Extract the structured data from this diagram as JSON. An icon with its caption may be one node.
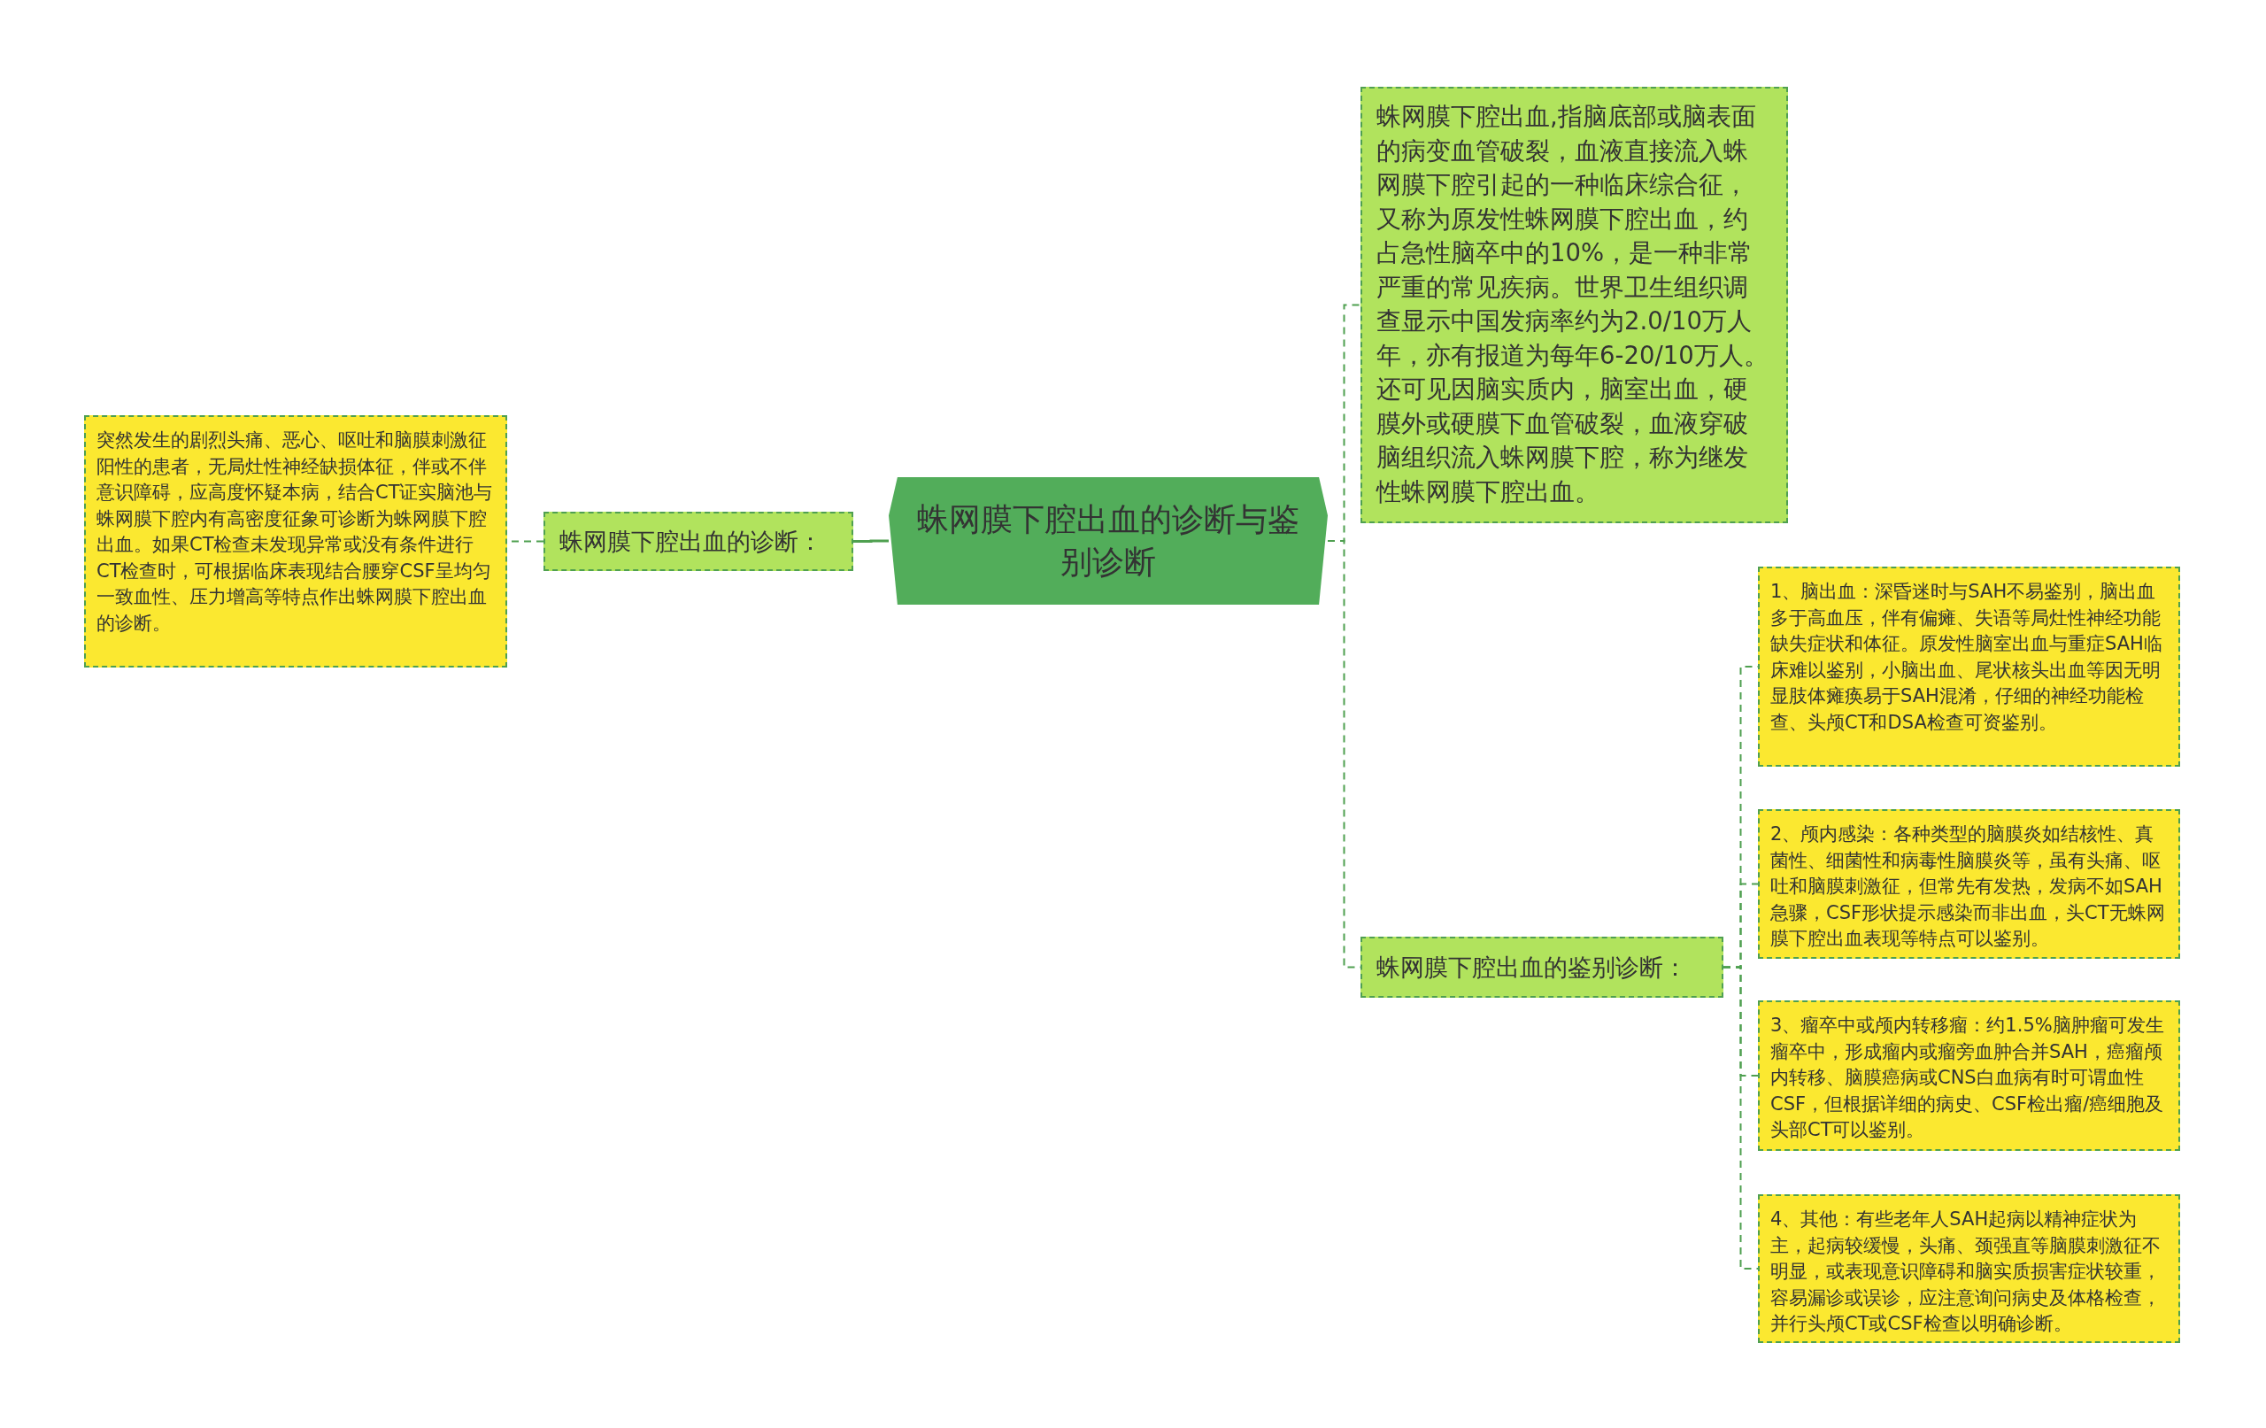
{
  "diagram": {
    "nodes": [
      {
        "text": [
          "蛛网膜下腔出血的诊断与鉴别诊断"
        ]
      },
      {
        "text": [
          "蛛网膜下腔出血的诊断："
        ]
      },
      {
        "text": [
          "突然发生的剧烈头痛、恶心、呕吐和脑膜刺激征阳性的患者，无局灶性神经缺损体征，伴或不伴意识障碍，应高度怀疑本病，结合CT证实脑池与蛛网膜下腔内有高密度征象可诊断为蛛网膜下腔出血。如果CT检查未发现异常或没有条件进行CT检查时，可根据临床表现结合腰穿CSF呈均匀一致血性、压力增高等特点作出蛛网膜下腔出血的诊断。"
        ]
      },
      {
        "text": [
          "蛛网膜下腔出血,指脑底部或脑表面的病变血管破裂，血液直接流入蛛网膜下腔引起的一种临床综合征，又称为原发性蛛网膜下腔出血，约占急性脑卒中的10%，是一种非常严重的常见疾病。世界卫生组织调查显示中国发病率约为2.0/10万人年，亦有报道为每年6-20/10万人。还可见因脑实质内，脑室出血，硬膜外或硬膜下血管破裂，血液穿破脑组织流入蛛网膜下腔，称为继发性蛛网膜下腔出血。"
        ]
      },
      {
        "text": [
          "蛛网膜下腔出血的鉴别诊断："
        ]
      },
      {
        "text": [
          "1、脑出血：深昏迷时与SAH不易鉴别，脑出血多于高血压，伴有偏瘫、失语等局灶性神经功能缺失症状和体征。原发性脑室出血与重症SAH临床难以鉴别，小脑出血、尾状核头出血等因无明显肢体瘫痪易于SAH混淆，仔细的神经功能检查、头颅CT和DSA检查可资鉴别。"
        ]
      },
      {
        "text": [
          "2、颅内感染：各种类型的脑膜炎如结核性、真菌性、细菌性和病毒性脑膜炎等，虽有头痛、呕吐和脑膜刺激征，但常先有发热，发病不如SAH急骤，CSF形状提示感染而非出血，头CT无蛛网膜下腔出血表现等特点可以鉴别。"
        ]
      },
      {
        "text": [
          "3、瘤卒中或颅内转移瘤：约1.5%脑肿瘤可发生瘤卒中，形成瘤内或瘤旁血肿合并SAH，癌瘤颅内转移、脑膜癌病或CNS白血病有时可谓血性CSF，但根据详细的病史、CSF检出瘤/癌细胞及头部CT可以鉴别。"
        ]
      },
      {
        "text": [
          "4、其他：有些老年人SAH起病以精神症状为主，起病较缓慢，头痛、颈强直等脑膜刺激征不明显，或表现意识障碍和脑实质损害症状较重，容易漏诊或误诊，应注意询问病史及体格检查，并行头颅CT或CSF检查以明确诊断。"
        ]
      }
    ],
    "edges": [
      {
        "from": 0,
        "to": 1,
        "arrow": "none"
      },
      {
        "from": 1,
        "to": 2,
        "arrow": "none",
        "style": "dashed"
      },
      {
        "from": 0,
        "to": 3,
        "arrow": "none",
        "style": "dashed"
      },
      {
        "from": 0,
        "to": 4,
        "arrow": "none",
        "style": "dashed"
      },
      {
        "from": 4,
        "to": 5,
        "arrow": "none",
        "style": "dashed"
      },
      {
        "from": 4,
        "to": 6,
        "arrow": "none",
        "style": "dashed"
      },
      {
        "from": 4,
        "to": 7,
        "arrow": "none",
        "style": "dashed"
      },
      {
        "from": 4,
        "to": 8,
        "arrow": "none",
        "style": "dashed"
      }
    ]
  }
}
